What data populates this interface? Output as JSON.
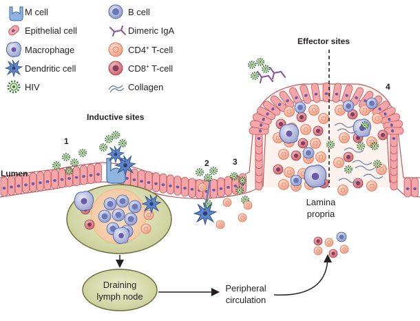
{
  "legend": {
    "items": [
      {
        "icon": "m-cell-icon",
        "label": "M cell"
      },
      {
        "icon": "epithelial-cell-icon",
        "label": "Epithelial cell"
      },
      {
        "icon": "macrophage-icon",
        "label": "Macrophage"
      },
      {
        "icon": "dendritic-cell-icon",
        "label": "Dendritic cell"
      },
      {
        "icon": "hiv-icon",
        "label": "HIV"
      },
      {
        "icon": "b-cell-icon",
        "label": "B cell"
      },
      {
        "icon": "dimeric-iga-icon",
        "label": "Dimeric IgA"
      },
      {
        "icon": "cd4-t-cell-icon",
        "label_main": "CD4",
        "label_sup": "+",
        "label_tail": " T-cell"
      },
      {
        "icon": "cd8-t-cell-icon",
        "label_main": "CD8",
        "label_sup": "+",
        "label_tail": " T-cell"
      },
      {
        "icon": "collagen-icon",
        "label": "Collagen"
      }
    ]
  },
  "labels": {
    "inductive_sites": "Inductive sites",
    "effector_sites": "Effector sites",
    "lumen": "Lumen",
    "lamina_propria_1": "Lamina",
    "lamina_propria_2": "propria",
    "draining_1": "Draining",
    "draining_2": "lymph node",
    "peripheral_1": "Peripheral",
    "peripheral_2": "circulation"
  },
  "steps": [
    "1",
    "2",
    "3",
    "4"
  ],
  "colors": {
    "epithelium": "#f4a6a8",
    "epithelium_stroke": "#c4575c",
    "nucleus": "#6b5aa8",
    "b_cell": "#9aa9d6",
    "cd4": "#f6b79a",
    "cd8": "#d0707a",
    "hiv": "#3f7a3a",
    "lymph_node": "#d9dcb0",
    "dendritic": "#5e86c6"
  }
}
